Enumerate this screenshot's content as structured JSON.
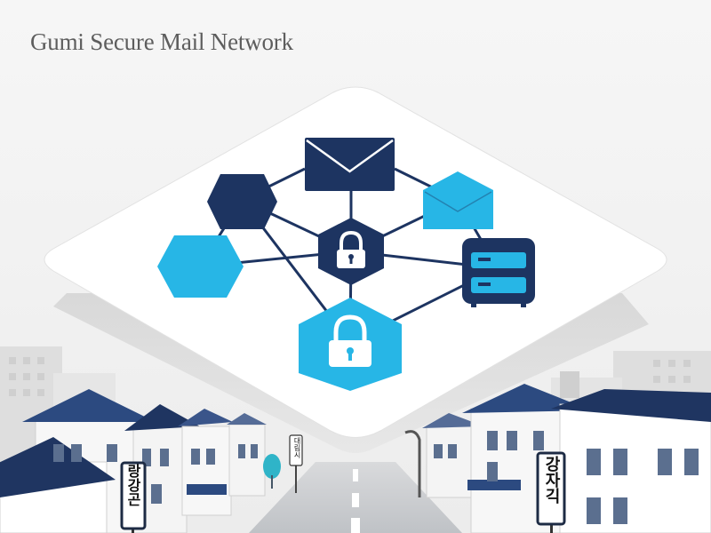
{
  "header": {
    "title": "Gumi Secure Mail Network"
  },
  "signs": {
    "left_sign": "랑강곤",
    "right_sign": "강자긱",
    "pole_sign": "대림시"
  },
  "icons": {
    "center_hub": "lock-icon",
    "bottom_node": "lock-icon",
    "top_node": "envelope-icon",
    "right_node": "server-icon",
    "top_right_node": "envelope-open-icon"
  },
  "colors": {
    "navy": "#1d3461",
    "cyan": "#27b6e6",
    "platform": "#ffffff",
    "roof": "#2c4a80"
  }
}
